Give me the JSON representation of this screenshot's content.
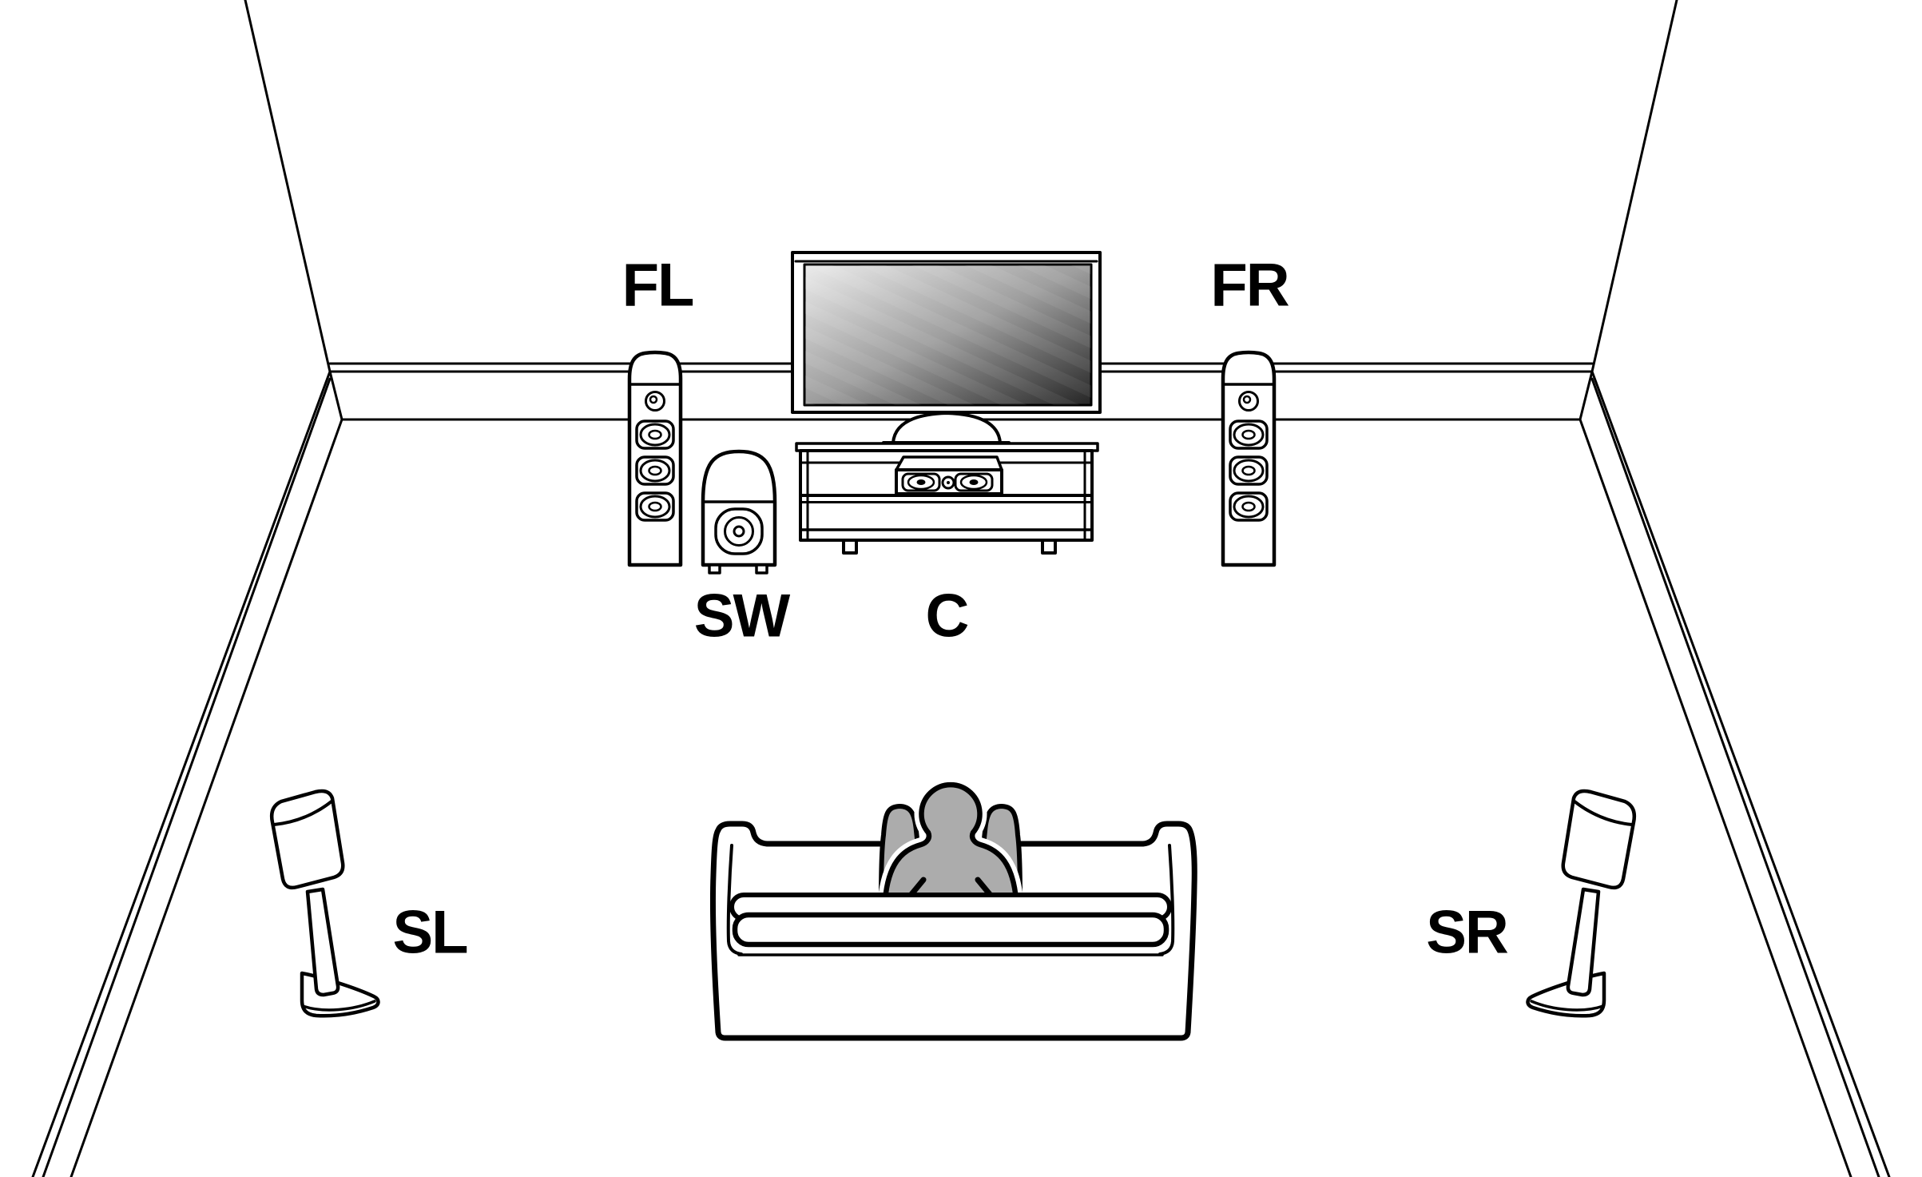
{
  "diagram": {
    "kind": "surround-speaker-placement-diagram",
    "labels": {
      "front_left": "FL",
      "front_right": "FR",
      "subwoofer": "SW",
      "center": "C",
      "surround_left": "SL",
      "surround_right": "SR"
    },
    "colors": {
      "background": "#ffffff",
      "line": "#000000",
      "listener_fill": "#acacac",
      "screen_light": "#ececec",
      "screen_mid": "#9e9e9e",
      "screen_dark": "#262626"
    },
    "components": [
      "room-walls",
      "front-left-tower-speaker",
      "front-right-tower-speaker",
      "subwoofer",
      "tv",
      "tv-stand",
      "center-speaker",
      "surround-left-speaker",
      "surround-right-speaker",
      "sofa",
      "listener"
    ]
  }
}
